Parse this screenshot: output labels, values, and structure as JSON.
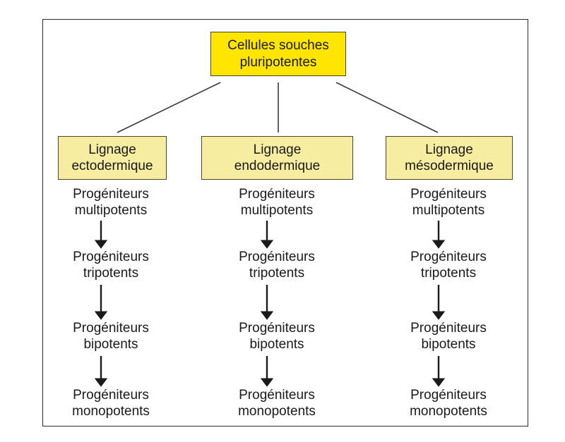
{
  "figure": {
    "title_box": {
      "label": "Cellules souches\npluripotentes",
      "fill": "#FFE500"
    },
    "lineage_fill": "#F6EDA0",
    "border_color": "#4a4636",
    "frame_color": "#2b2b2b",
    "columns": [
      {
        "lineage": "Lignage\nectodermique",
        "stages": [
          "Progéniteurs\nmultipotents",
          "Progéniteurs\ntripotents",
          "Progéniteurs\nbipotents",
          "Progéniteurs\nmonopotents"
        ]
      },
      {
        "lineage": "Lignage\nendodermique",
        "stages": [
          "Progéniteurs\nmultipotents",
          "Progéniteurs\ntripotents",
          "Progéniteurs\nbipotents",
          "Progéniteurs\nmonopotents"
        ]
      },
      {
        "lineage": "Lignage\nmésodermique",
        "stages": [
          "Progéniteurs\nmultipotents",
          "Progéniteurs\ntripotents",
          "Progéniteurs\nbipotents",
          "Progéniteurs\nmonopotents"
        ]
      }
    ]
  }
}
